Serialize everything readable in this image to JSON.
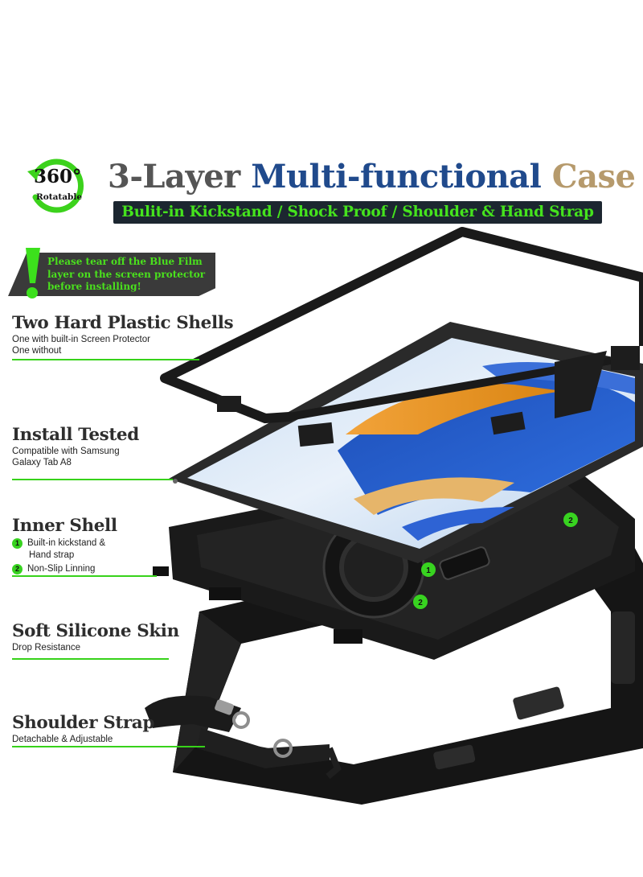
{
  "header": {
    "rotate_badge": {
      "degrees": "360°",
      "caption": "Rotatable"
    },
    "title_words": [
      "3-Layer",
      "Multi-functional",
      "Case"
    ],
    "subtitle": "Bulit-in Kickstand / Shock Proof / Shoulder & Hand Strap"
  },
  "note": {
    "lines": [
      "Please tear off the Blue Film",
      "layer on the screen protector",
      "before installing!"
    ]
  },
  "features": [
    {
      "title": "Two Hard Plastic Shells",
      "desc": [
        "One with built-in Screen Protector",
        "One without"
      ]
    },
    {
      "title": "Install Tested",
      "desc": [
        "Compatible with Samsung",
        "Galaxy Tab A8"
      ]
    },
    {
      "title": "Inner Shell",
      "items": [
        {
          "num": "1",
          "lines": [
            "Built-in kickstand &",
            "Hand strap"
          ]
        },
        {
          "num": "2",
          "lines": [
            "Non-Slip Linning"
          ]
        }
      ]
    },
    {
      "title": "Soft Silicone Skin",
      "desc": [
        "Drop Resistance"
      ]
    },
    {
      "title": "Shoulder Strap",
      "desc": [
        "Detachable & Adjustable"
      ]
    }
  ],
  "markers": [
    "1",
    "2",
    "2"
  ],
  "colors": {
    "accent_green": "#37d21a",
    "title_blue": "#204a8c",
    "title_gold": "#b69a6c",
    "banner_dark": "#1c2630"
  },
  "icons": [
    "rotate-360-icon",
    "exclamation-icon"
  ]
}
